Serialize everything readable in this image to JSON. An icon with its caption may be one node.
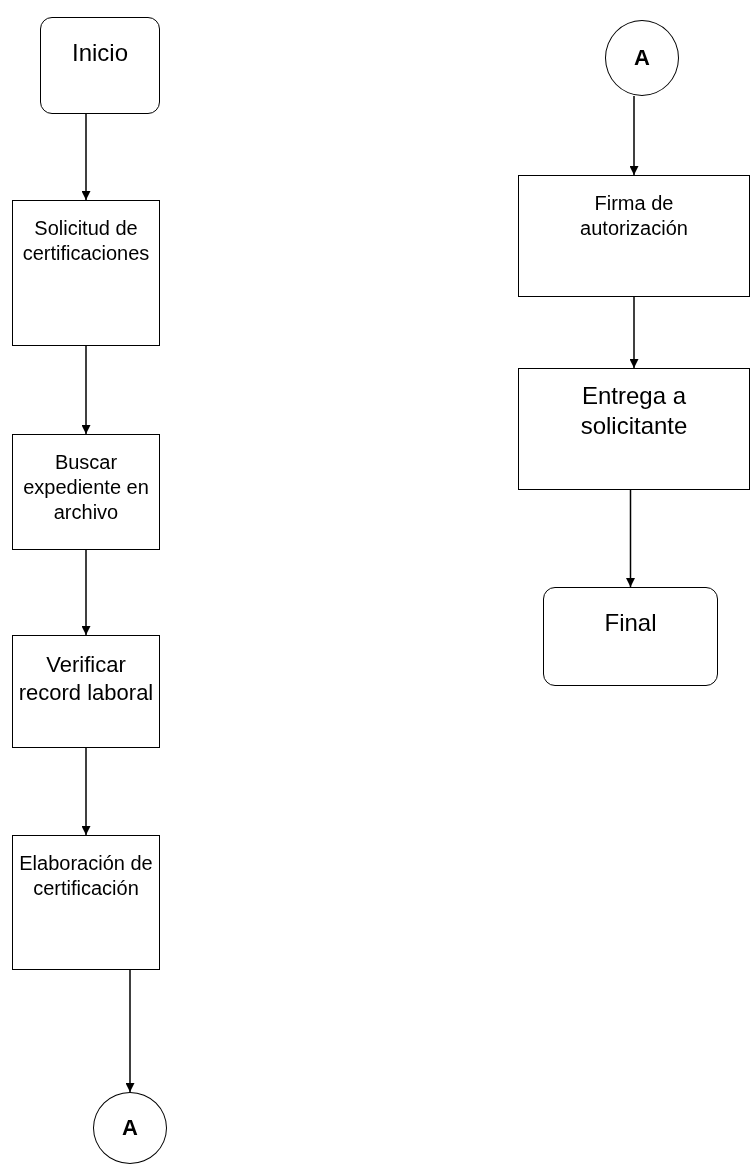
{
  "diagram": {
    "nodes": [
      {
        "text": [
          "Inicio"
        ]
      },
      {
        "text": [
          "Solicitud de certificaciones"
        ]
      },
      {
        "text": [
          "Buscar expediente en archivo"
        ]
      },
      {
        "text": [
          "Verificar record laboral"
        ]
      },
      {
        "text": [
          "Elaboración de certificación"
        ]
      },
      {
        "text": [
          "A"
        ]
      },
      {
        "text": [
          "A"
        ]
      },
      {
        "text": [
          "Firma de autorización"
        ]
      },
      {
        "text": [
          "Entrega a solicitante"
        ]
      },
      {
        "text": [
          "Final"
        ]
      }
    ],
    "edges": [
      {
        "from": 0,
        "to": 1,
        "arrow": "to"
      },
      {
        "from": 1,
        "to": 2,
        "arrow": "to"
      },
      {
        "from": 2,
        "to": 3,
        "arrow": "to"
      },
      {
        "from": 3,
        "to": 4,
        "arrow": "to"
      },
      {
        "from": 4,
        "to": 5,
        "arrow": "to"
      },
      {
        "from": 6,
        "to": 7,
        "arrow": "to"
      },
      {
        "from": 7,
        "to": 8,
        "arrow": "to"
      },
      {
        "from": 8,
        "to": 9,
        "arrow": "to"
      }
    ]
  }
}
